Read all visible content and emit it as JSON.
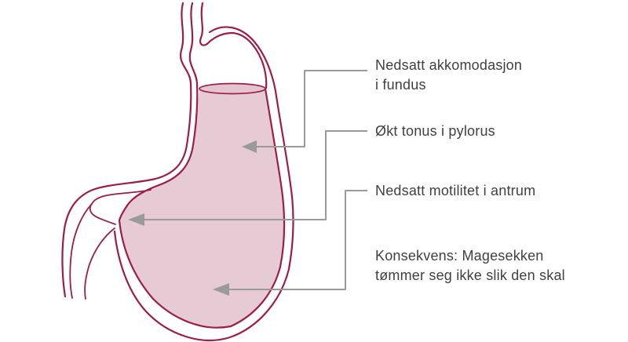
{
  "labels": [
    {
      "id": "fundus",
      "text": "Nedsatt akkomodasjon\ni fundus"
    },
    {
      "id": "pylorus",
      "text": "Økt tonus i pylorus"
    },
    {
      "id": "antrum",
      "text": "Nedsatt motilitet i antrum"
    },
    {
      "id": "consequence",
      "text": "Konsekvens: Magesekken\ntømmer seg ikke slik den skal"
    }
  ],
  "colors": {
    "outline": "#9C1C4C",
    "stomach_fill": "#E6CBD4",
    "lens_fill": "#E3C5CF",
    "connector": "#9A9A9A",
    "text": "#404042",
    "background": "#FFFFFF"
  }
}
